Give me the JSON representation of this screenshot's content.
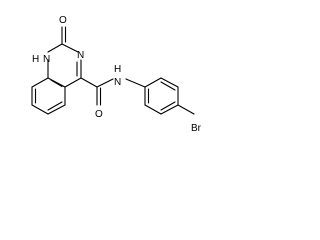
{
  "molecule": {
    "atom_labels": {
      "carbonyl_oxygen_ring": "O",
      "ring_nh": "H",
      "ring_n1": "N",
      "ring_n3": "N",
      "amide_n": "N",
      "amide_h": "H",
      "amide_oxygen": "O",
      "bromine": "Br"
    }
  },
  "colors": {
    "bond": "#000000",
    "text": "#000000",
    "background": "#ffffff"
  }
}
